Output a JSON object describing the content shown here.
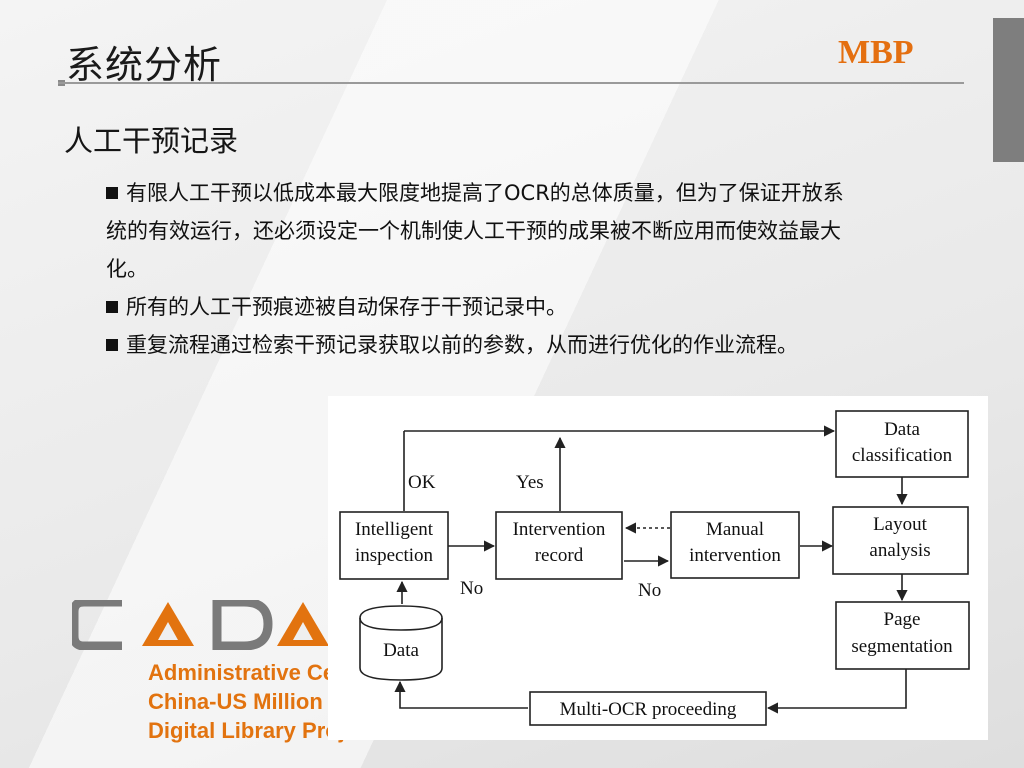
{
  "header": {
    "title": "系统分析",
    "brand": "MBP"
  },
  "section": {
    "heading": "人工干预记录",
    "bullets": [
      "有限人工干预以低成本最大限度地提高了OCR的总体质量，但为了保证开放系统的有效运行，还必须设定一个机制使人工干预的成果被不断应用而使效益最大化。",
      "所有的人工干预痕迹被自动保存于干预记录中。",
      "重复流程通过检索干预记录获取以前的参数，从而进行优化的作业流程。"
    ]
  },
  "logo": {
    "wordmark": "CADAL",
    "lines": [
      "Administrative Cente",
      "China-US Million Boo",
      "Digital Library Projec"
    ],
    "color": "#e2730f"
  },
  "diagram": {
    "nodes": {
      "data_classification": [
        "Data",
        "classification"
      ],
      "layout_analysis": [
        "Layout",
        "analysis"
      ],
      "page_segmentation": [
        "Page",
        "segmentation"
      ],
      "multi_ocr": [
        "Multi-OCR proceeding"
      ],
      "intelligent_inspection": [
        "Intelligent",
        "inspection"
      ],
      "intervention_record": [
        "Intervention",
        "record"
      ],
      "manual_intervention": [
        "Manual",
        "intervention"
      ],
      "data_store": [
        "Data"
      ]
    },
    "labels": {
      "ok": "OK",
      "yes": "Yes",
      "no_1": "No",
      "no_2": "No"
    }
  },
  "colors": {
    "brand": "#e46f10",
    "side_tab": "#7e7e7e"
  }
}
